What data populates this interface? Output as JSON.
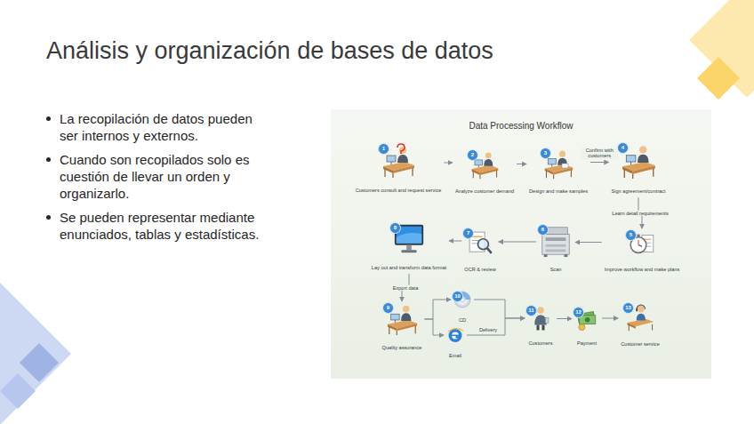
{
  "diagram": {
    "title": "Análisis y organización de bases de datos",
    "nodes": [
      {
        "text": [
          "1",
          "Customers consult and request service"
        ]
      },
      {
        "text": [
          "2",
          "Analyze customer demand"
        ]
      },
      {
        "text": [
          "3",
          "Design and make samples"
        ]
      },
      {
        "text": [
          "4",
          "Sign agreement/contract"
        ]
      },
      {
        "text": [
          "5",
          "Improve workflow and make plans"
        ]
      },
      {
        "text": [
          "6",
          "Scan"
        ]
      },
      {
        "text": [
          "7",
          "OCR & review"
        ]
      },
      {
        "text": [
          "8",
          "Lay out and transform data format"
        ]
      },
      {
        "text": [
          "9",
          "Quality assurance"
        ]
      },
      {
        "text": [
          "10",
          "CD"
        ]
      },
      {
        "text": [
          "Email"
        ]
      },
      {
        "text": [
          "11",
          "Customers"
        ]
      },
      {
        "text": [
          "12",
          "Payment"
        ]
      },
      {
        "text": [
          "13",
          "Customer service"
        ]
      }
    ],
    "edges": [
      {
        "from": 0,
        "to": 1,
        "arrow": "to"
      },
      {
        "from": 1,
        "to": 2,
        "arrow": "to"
      },
      {
        "from": 2,
        "to": 3,
        "label": "Confirm with customers",
        "arrow": "to"
      },
      {
        "from": 3,
        "to": 4,
        "label": "Learn detail requirements",
        "arrow": "to"
      },
      {
        "from": 4,
        "to": 5,
        "arrow": "to"
      },
      {
        "from": 5,
        "to": 6,
        "arrow": "to"
      },
      {
        "from": 6,
        "to": 7,
        "arrow": "to"
      },
      {
        "from": 7,
        "to": 8,
        "label": "Export data",
        "arrow": "to"
      },
      {
        "from": 8,
        "to": 9,
        "arrow": "to"
      },
      {
        "from": 8,
        "to": 10,
        "arrow": "to"
      },
      {
        "from": 9,
        "to": 11,
        "arrow": "to"
      },
      {
        "from": 10,
        "to": 11,
        "label": "Delivery",
        "arrow": "to"
      },
      {
        "from": 11,
        "to": 12,
        "arrow": "to"
      },
      {
        "from": 12,
        "to": 13,
        "arrow": "to"
      }
    ],
    "labels": [
      "Data Processing Workflow",
      "La recopilación de datos pueden ser internos y externos.",
      "Cuando son recopilados solo es cuestión de llevar un orden y organizarlo.",
      "Se pueden representar mediante enunciados, tablas y estadísticas."
    ]
  }
}
